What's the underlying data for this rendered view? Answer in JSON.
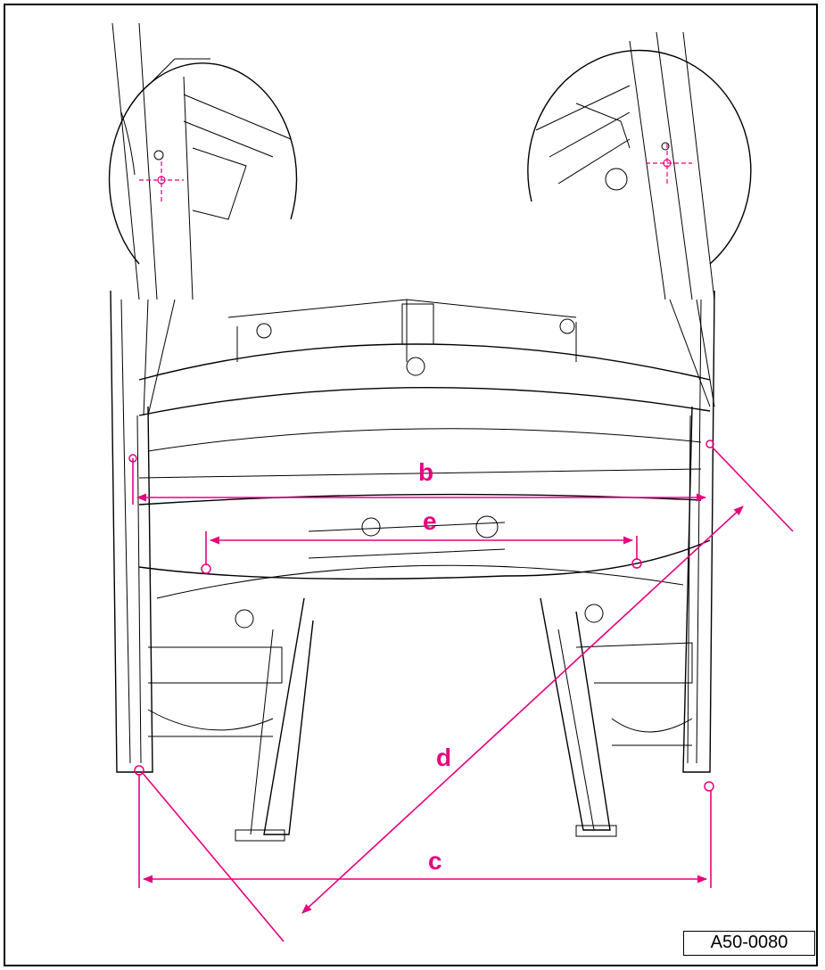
{
  "figure_id": "A50-0080",
  "dimension_labels": {
    "b": "b",
    "c": "c",
    "d": "d",
    "e": "e"
  },
  "accent_color": "#e6007e",
  "line_color": "#000000"
}
